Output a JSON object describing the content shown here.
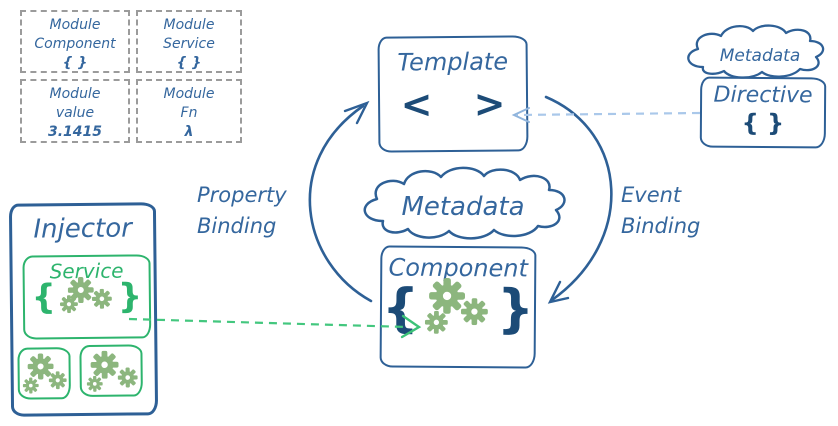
{
  "colors": {
    "blue": "#35679e",
    "navy": "#1c4b77",
    "green": "#2db46d",
    "gear_green": "#8cb67e",
    "gray_dashed_border": "#9b9b9b",
    "light_blue_dashed_arrow": "#aac8ea",
    "green_dashed_arrow": "#43c77e"
  },
  "module_boxes": [
    {
      "lines": [
        "Module",
        "Component",
        "{ }"
      ]
    },
    {
      "lines": [
        "Module",
        "Service",
        "{ }"
      ]
    },
    {
      "lines": [
        "Module",
        "value",
        "3.1415"
      ]
    },
    {
      "lines": [
        "Module",
        "Fn",
        "λ"
      ]
    }
  ],
  "template_box": {
    "title": "Template",
    "symbol": "< >"
  },
  "metadata_cloud_center": {
    "label": "Metadata"
  },
  "metadata_cloud_right": {
    "label": "Metadata"
  },
  "directive_box": {
    "title": "Directive",
    "symbol": "{ }"
  },
  "component_box": {
    "title": "Component",
    "brace_open": "{",
    "brace_close": "}",
    "gear_count": 3
  },
  "injector_box": {
    "title": "Injector",
    "service_box": {
      "title": "Service",
      "brace_open": "{",
      "brace_close": "}",
      "gear_count": 3
    },
    "gear_boxes": [
      {
        "gear_count": 3
      },
      {
        "gear_count": 3
      }
    ]
  },
  "labels": {
    "property_binding_line1": "Property",
    "property_binding_line2": "Binding",
    "event_binding_line1": "Event",
    "event_binding_line2": "Binding"
  }
}
